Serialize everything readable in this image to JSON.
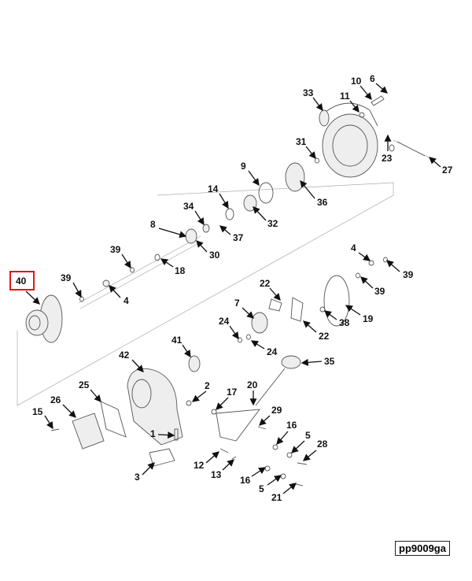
{
  "diagram": {
    "callouts": [
      "6",
      "10",
      "11",
      "33",
      "23",
      "27",
      "31",
      "9",
      "36",
      "14",
      "34",
      "32",
      "37",
      "8",
      "30",
      "39",
      "18",
      "39",
      "4",
      "40",
      "4",
      "39",
      "22",
      "39",
      "7",
      "19",
      "38",
      "22",
      "24",
      "24",
      "41",
      "42",
      "35",
      "25",
      "2",
      "17",
      "20",
      "26",
      "29",
      "15",
      "1",
      "16",
      "5",
      "28",
      "12",
      "3",
      "13",
      "16",
      "5",
      "21"
    ],
    "highlighted_callout": "40",
    "highlight_color": "#e0161b",
    "reference_code": "pp9009ga"
  }
}
